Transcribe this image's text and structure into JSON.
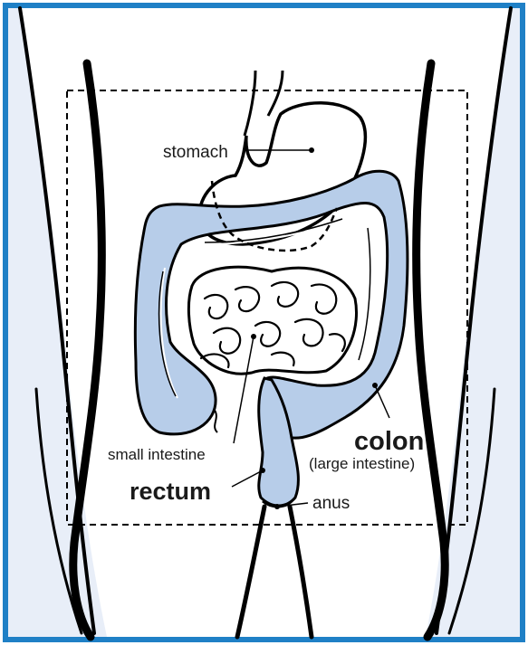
{
  "labels": {
    "stomach": "stomach",
    "small_intestine": "small intestine",
    "rectum": "rectum",
    "colon": "colon",
    "large_intestine": "(large intestine)",
    "anus": "anus"
  },
  "colors": {
    "frame": "#1f80c6",
    "skin_shade": "#e8eef8",
    "organ_fill": "#b7cde9",
    "outline": "#000000",
    "text": "#1a1a1a"
  }
}
